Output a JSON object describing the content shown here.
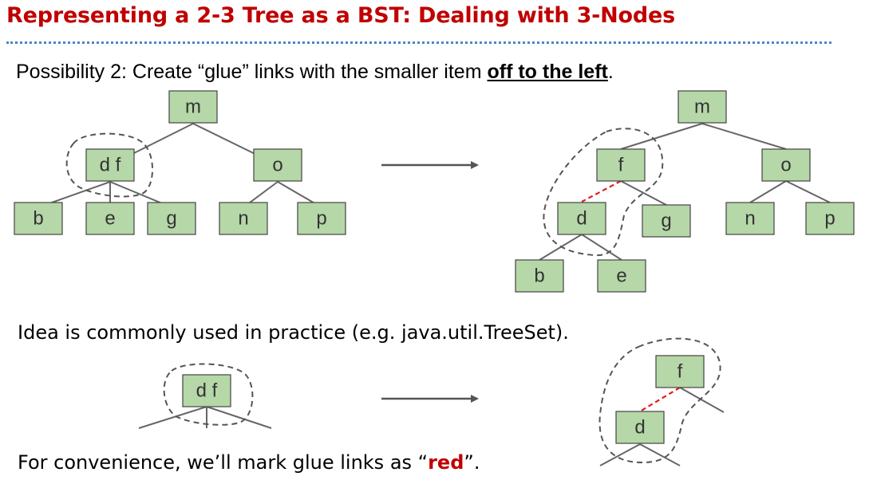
{
  "slide": {
    "title": "Representing a 2-3 Tree as a BST: Dealing with 3-Nodes",
    "possibility_prefix": "Possibility 2: Create “glue” links with the smaller item ",
    "possibility_emphasis": "off to the left",
    "possibility_suffix": ".",
    "idea": "Idea is commonly used in practice (e.g. java.util.TreeSet).",
    "convenience_prefix": "For convenience, we’ll mark glue links as “",
    "convenience_red": "red",
    "convenience_suffix": "”."
  },
  "colors": {
    "title": "#c00000",
    "node_fill": "#b6d7a8",
    "glue_link": "#e02020",
    "title_rule": "#4a86c8"
  },
  "left_tree": {
    "root": "m",
    "three_node": "d f",
    "right_child": "o",
    "leaves": [
      "b",
      "e",
      "g",
      "n",
      "p"
    ]
  },
  "right_tree": {
    "root": "m",
    "glue_upper": "f",
    "right_child": "o",
    "glue_lower": "d",
    "leaves": [
      "g",
      "n",
      "p",
      "b",
      "e"
    ]
  },
  "bottom_left": {
    "three_node": "d f"
  },
  "bottom_right": {
    "glue_upper": "f",
    "glue_lower": "d"
  }
}
